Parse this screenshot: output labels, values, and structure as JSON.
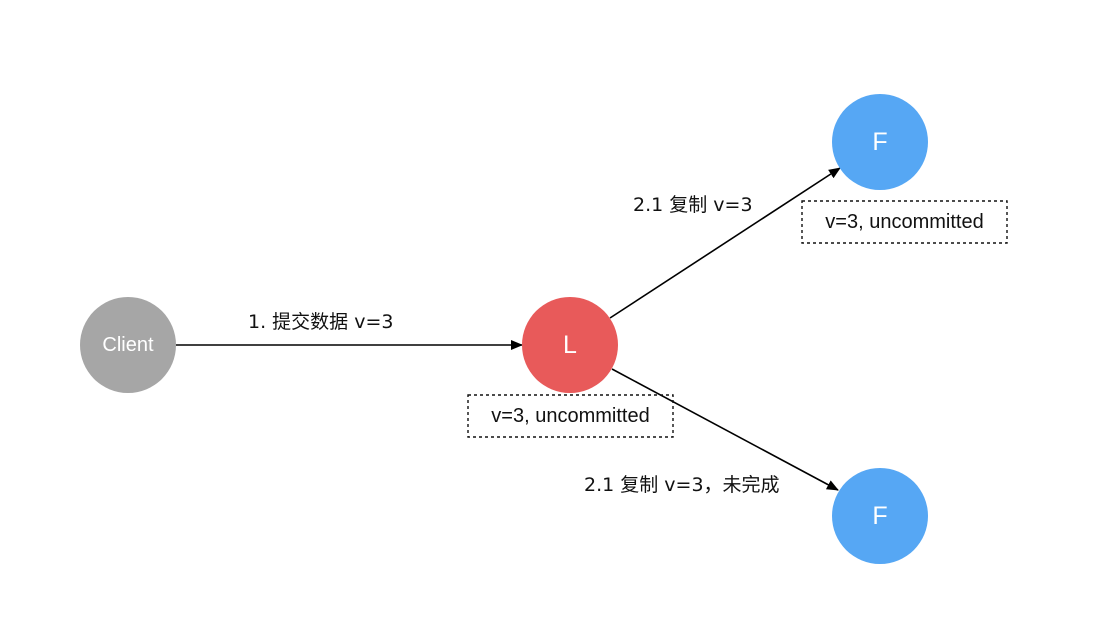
{
  "nodes": {
    "client": {
      "label": "Client",
      "color": "#a6a6a6"
    },
    "leader": {
      "label": "L",
      "color": "#e85a5a"
    },
    "follower_top": {
      "label": "F",
      "color": "#56a7f4"
    },
    "follower_bottom": {
      "label": "F",
      "color": "#56a7f4"
    }
  },
  "edges": {
    "client_to_leader": {
      "label": "1. 提交数据 v=3"
    },
    "leader_to_follower_top": {
      "label": "2.1 复制 v=3"
    },
    "leader_to_follower_bottom": {
      "label": "2.1 复制 v=3，未完成"
    }
  },
  "status_boxes": {
    "leader": {
      "text": "v=3, uncommitted"
    },
    "follower_top": {
      "text": "v=3, uncommitted"
    }
  }
}
